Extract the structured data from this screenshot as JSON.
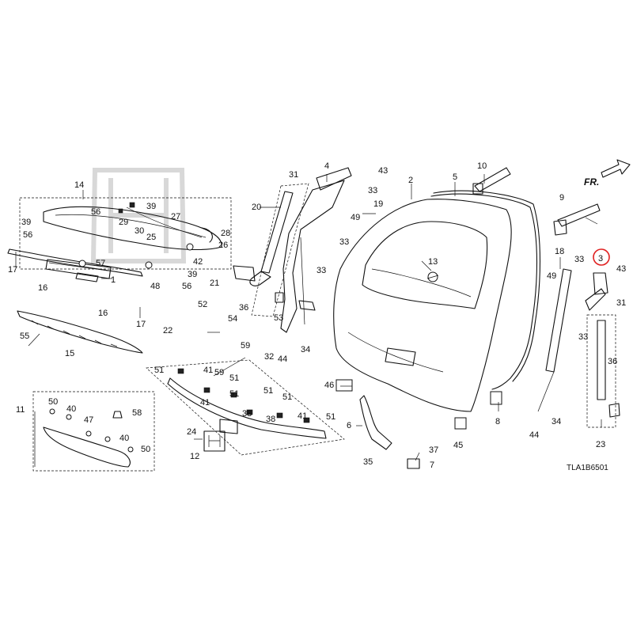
{
  "diagram": {
    "code": "TLA1B6501",
    "direction_label": "FR.",
    "highlighted_callout": "3",
    "callouts": [
      {
        "id": "c1",
        "label": "1"
      },
      {
        "id": "c2",
        "label": "2"
      },
      {
        "id": "c3",
        "label": "3"
      },
      {
        "id": "c4",
        "label": "4"
      },
      {
        "id": "c5",
        "label": "5"
      },
      {
        "id": "c6",
        "label": "6"
      },
      {
        "id": "c7",
        "label": "7"
      },
      {
        "id": "c8",
        "label": "8"
      },
      {
        "id": "c9",
        "label": "9"
      },
      {
        "id": "c10",
        "label": "10"
      },
      {
        "id": "c11",
        "label": "11"
      },
      {
        "id": "c12",
        "label": "12"
      },
      {
        "id": "c13",
        "label": "13"
      },
      {
        "id": "c14",
        "label": "14"
      },
      {
        "id": "c15",
        "label": "15"
      },
      {
        "id": "c16a",
        "label": "16"
      },
      {
        "id": "c16b",
        "label": "16"
      },
      {
        "id": "c17a",
        "label": "17"
      },
      {
        "id": "c17b",
        "label": "17"
      },
      {
        "id": "c18",
        "label": "18"
      },
      {
        "id": "c19",
        "label": "19"
      },
      {
        "id": "c20",
        "label": "20"
      },
      {
        "id": "c21",
        "label": "21"
      },
      {
        "id": "c22",
        "label": "22"
      },
      {
        "id": "c23",
        "label": "23"
      },
      {
        "id": "c24",
        "label": "24"
      },
      {
        "id": "c25",
        "label": "25"
      },
      {
        "id": "c26",
        "label": "26"
      },
      {
        "id": "c27",
        "label": "27"
      },
      {
        "id": "c28",
        "label": "28"
      },
      {
        "id": "c29",
        "label": "29"
      },
      {
        "id": "c30",
        "label": "30"
      },
      {
        "id": "c31a",
        "label": "31"
      },
      {
        "id": "c31b",
        "label": "31"
      },
      {
        "id": "c32",
        "label": "32"
      },
      {
        "id": "c33a",
        "label": "33"
      },
      {
        "id": "c33b",
        "label": "33"
      },
      {
        "id": "c33c",
        "label": "33"
      },
      {
        "id": "c33d",
        "label": "33"
      },
      {
        "id": "c33e",
        "label": "33"
      },
      {
        "id": "c34a",
        "label": "34"
      },
      {
        "id": "c34b",
        "label": "34"
      },
      {
        "id": "c35",
        "label": "35"
      },
      {
        "id": "c36a",
        "label": "36"
      },
      {
        "id": "c36b",
        "label": "36"
      },
      {
        "id": "c37",
        "label": "37"
      },
      {
        "id": "c38a",
        "label": "38"
      },
      {
        "id": "c38b",
        "label": "38"
      },
      {
        "id": "c39a",
        "label": "39"
      },
      {
        "id": "c39b",
        "label": "39"
      },
      {
        "id": "c39c",
        "label": "39"
      },
      {
        "id": "c40a",
        "label": "40"
      },
      {
        "id": "c40b",
        "label": "40"
      },
      {
        "id": "c41a",
        "label": "41"
      },
      {
        "id": "c41b",
        "label": "41"
      },
      {
        "id": "c41c",
        "label": "41"
      },
      {
        "id": "c42",
        "label": "42"
      },
      {
        "id": "c43a",
        "label": "43"
      },
      {
        "id": "c43b",
        "label": "43"
      },
      {
        "id": "c44a",
        "label": "44"
      },
      {
        "id": "c44b",
        "label": "44"
      },
      {
        "id": "c45",
        "label": "45"
      },
      {
        "id": "c46",
        "label": "46"
      },
      {
        "id": "c47",
        "label": "47"
      },
      {
        "id": "c48",
        "label": "48"
      },
      {
        "id": "c49a",
        "label": "49"
      },
      {
        "id": "c49b",
        "label": "49"
      },
      {
        "id": "c50a",
        "label": "50"
      },
      {
        "id": "c50b",
        "label": "50"
      },
      {
        "id": "c51a",
        "label": "51"
      },
      {
        "id": "c51b",
        "label": "51"
      },
      {
        "id": "c51c",
        "label": "51"
      },
      {
        "id": "c51d",
        "label": "51"
      },
      {
        "id": "c51e",
        "label": "51"
      },
      {
        "id": "c51f",
        "label": "51"
      },
      {
        "id": "c52",
        "label": "52"
      },
      {
        "id": "c53",
        "label": "53"
      },
      {
        "id": "c54",
        "label": "54"
      },
      {
        "id": "c55",
        "label": "55"
      },
      {
        "id": "c56a",
        "label": "56"
      },
      {
        "id": "c56b",
        "label": "56"
      },
      {
        "id": "c56c",
        "label": "56"
      },
      {
        "id": "c57",
        "label": "57"
      },
      {
        "id": "c58",
        "label": "58"
      },
      {
        "id": "c59a",
        "label": "59"
      },
      {
        "id": "c59b",
        "label": "59"
      }
    ]
  },
  "colors": {
    "line": "#111111",
    "highlight": "#e02020",
    "watermark": "#d8d8d8"
  }
}
